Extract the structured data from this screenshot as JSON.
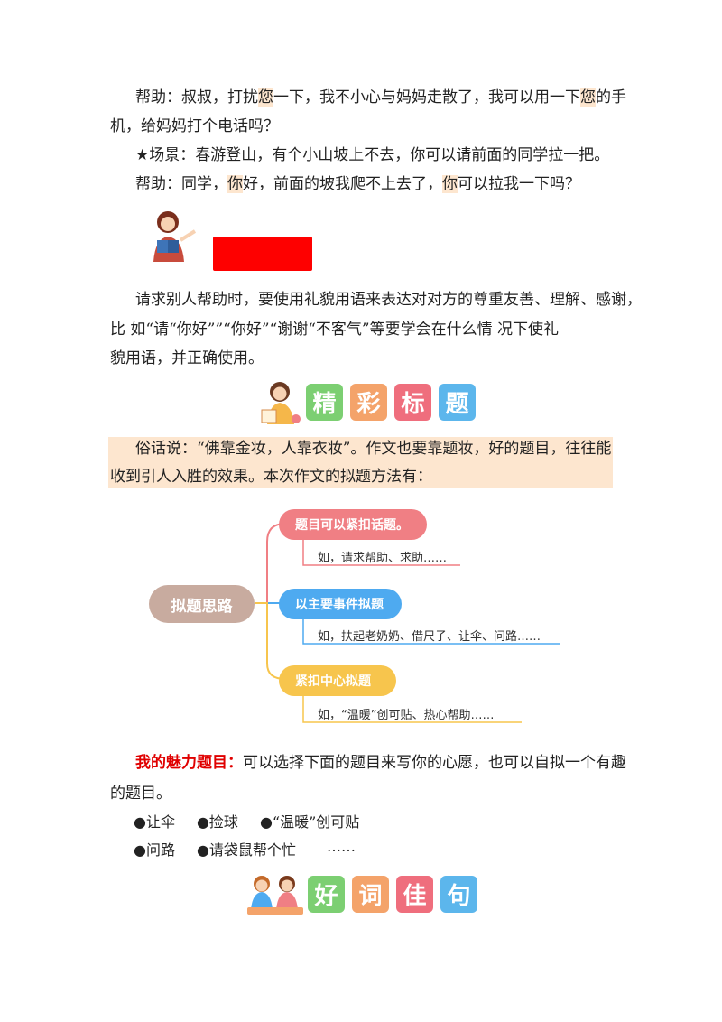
{
  "dialogue": {
    "line1_label": "帮助：",
    "line1_a": "叔叔，打扰",
    "line1_b": "您",
    "line1_c": "一下，我不小心与妈妈走散了，我可以用一下",
    "line1_d": "您",
    "line1_e": "的手",
    "line1_cont": "机，给妈妈打个电话吗？",
    "scene": "★场景：春游登山，有个小山坡上不去，你可以请前面的同学拉一把。",
    "line2_label": "帮助：",
    "line2_a": "同学，",
    "line2_b": "你",
    "line2_c": "好，前面的坡我爬不上去了，",
    "line2_d": "你",
    "line2_e": "可以拉我一下吗？"
  },
  "summary": {
    "line1": "请求别人帮助时，要使用礼貌用语来表达对对方的尊重友善、理解、感谢，",
    "line2": "比  如“请“你好””“你好”“谢谢“不客气”等要学会在什么情  况下使礼",
    "line3": "貌用语，并正确使用。"
  },
  "section1": {
    "chars": [
      "精",
      "彩",
      "标",
      "题"
    ],
    "colors": [
      "#7ccf72",
      "#f4a36a",
      "#ef6e7d",
      "#5cb6ec"
    ]
  },
  "intro": {
    "line1": "俗话说：“佛靠金妆，人靠衣妆”。作文也要靠题妆，好的题目，往往能",
    "line2": "收到引人入胜的效果。本次作文的拟题方法有："
  },
  "mindmap": {
    "center": "拟题思路",
    "branches": [
      {
        "title": "题目可以紧扣话题。",
        "detail": "如，请求帮助、求助……",
        "color": "#f07f84"
      },
      {
        "title": "以主要事件拟题",
        "detail": "如，扶起老奶奶、借尺子、让伞、问路……",
        "color": "#4eaaf0"
      },
      {
        "title": "紧扣中心拟题",
        "detail": "如，“温暖”创可贴、热心帮助……",
        "color": "#f7c54d"
      }
    ]
  },
  "charm": {
    "label": "我的魅力题目：",
    "text1": "可以选择下面的题目来写你的心愿，也可以自拟一个有趣",
    "text2": "的题目。",
    "row1": [
      "●让伞",
      "●捡球",
      "●“温暖”创可贴"
    ],
    "row2": [
      "●问路",
      "●请袋鼠帮个忙",
      "……"
    ]
  },
  "section2": {
    "chars": [
      "好",
      "词",
      "佳",
      "句"
    ],
    "colors": [
      "#7ccf72",
      "#f4a36a",
      "#ef6e7d",
      "#5cb6ec"
    ]
  }
}
